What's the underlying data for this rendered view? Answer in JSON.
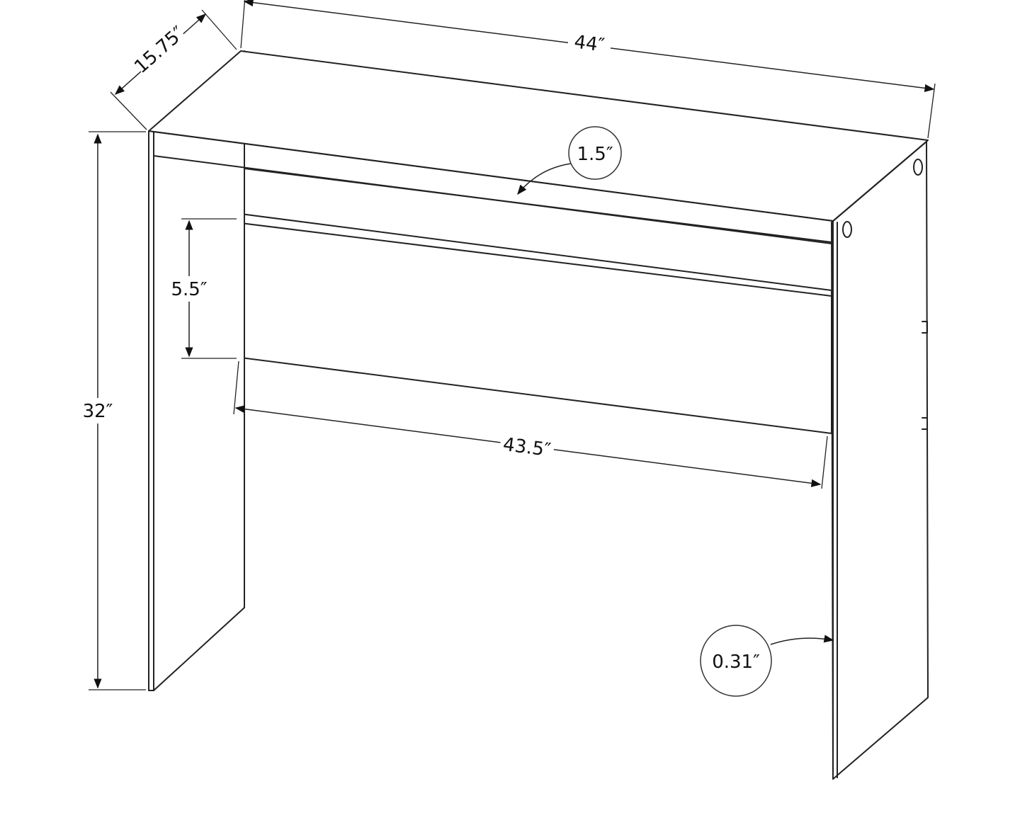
{
  "dimensions": {
    "width": "44″",
    "depth": "15.75″",
    "height": "32″",
    "top_thickness": "1.5″",
    "drawer_height": "5.5″",
    "inner_width": "43.5″",
    "side_thickness": "0.31″"
  }
}
